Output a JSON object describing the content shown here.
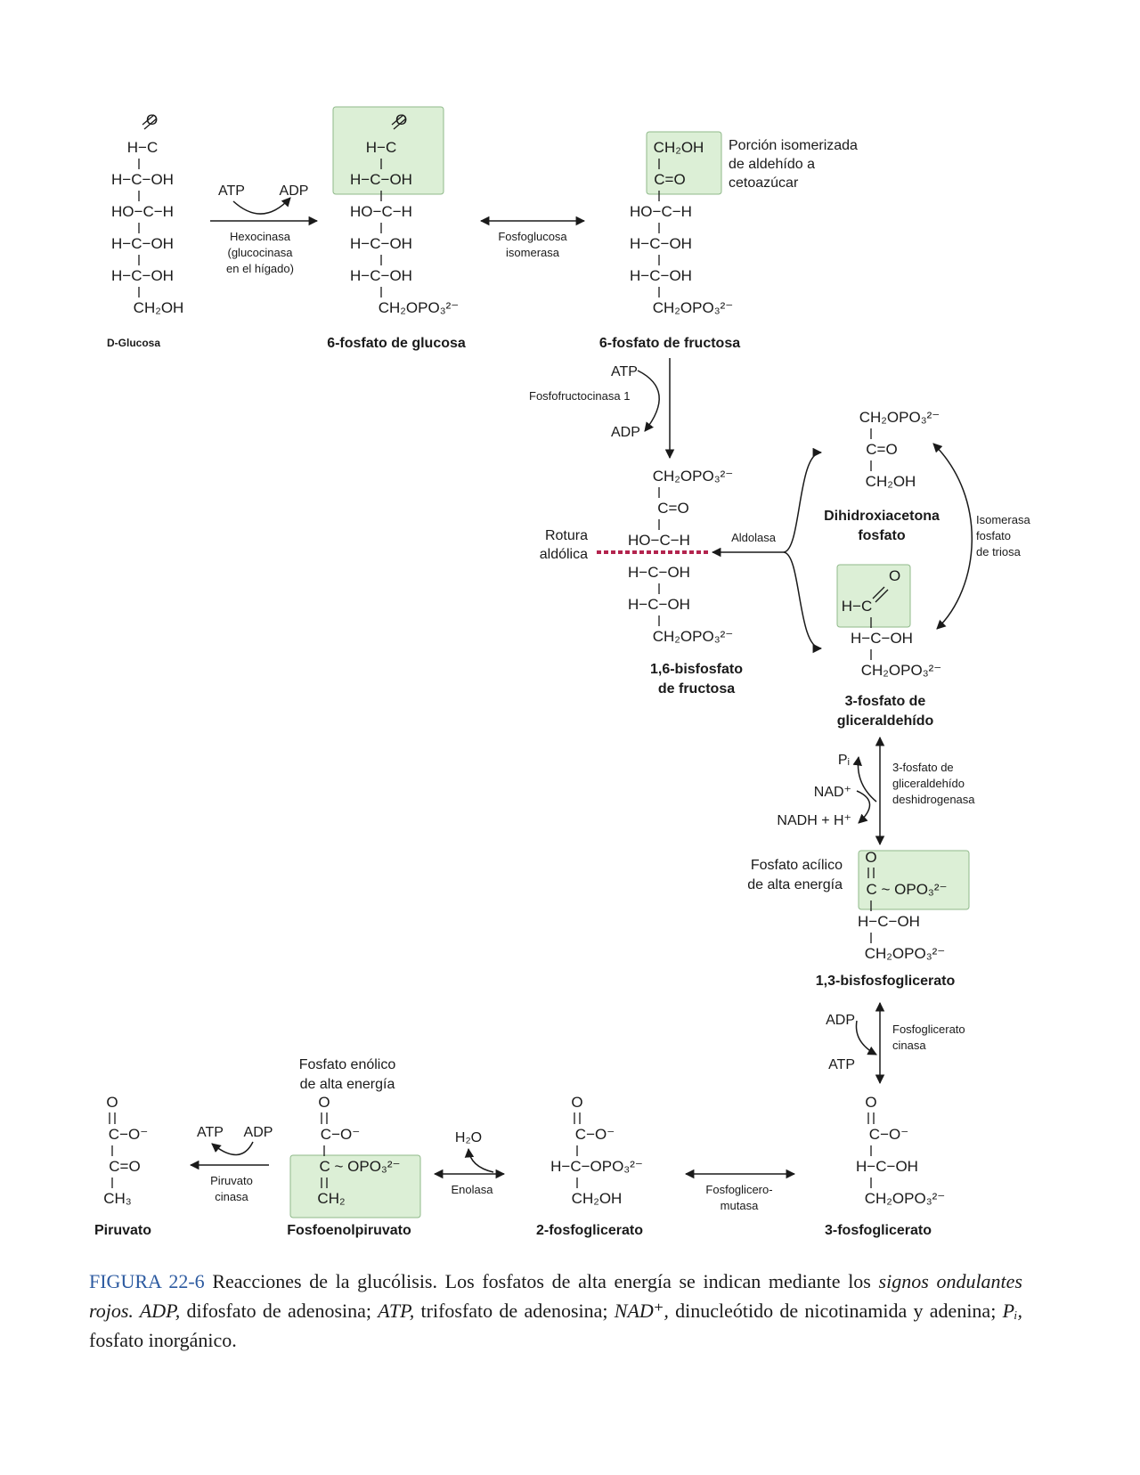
{
  "colors": {
    "highlight_fill": "#dcefd6",
    "highlight_stroke": "#8fb98a",
    "cleavage": "#b3244e",
    "caption_label": "#2c5aa0",
    "text": "#1a1a1a"
  },
  "molecules": {
    "glucose": {
      "name": "D-Glucosa",
      "rows": [
        "H−C",
        "H−C−OH",
        "HO−C−H",
        "H−C−OH",
        "H−C−OH",
        "CH₂OH"
      ]
    },
    "g6p": {
      "name": "6-fosfato de glucosa",
      "rows": [
        "H−C",
        "H−C−OH",
        "HO−C−H",
        "H−C−OH",
        "H−C−OH",
        "CH₂OPO₃²⁻"
      ]
    },
    "f6p": {
      "name": "6-fosfato de fructosa",
      "rows": [
        "CH₂OH",
        "C=O",
        "HO−C−H",
        "H−C−OH",
        "H−C−OH",
        "CH₂OPO₃²⁻"
      ]
    },
    "f16bp": {
      "name_lines": [
        "1,6-bisfosfato",
        "de fructosa"
      ],
      "rows": [
        "CH₂OPO₃²⁻",
        "C=O",
        "HO−C−H",
        "H−C−OH",
        "H−C−OH",
        "CH₂OPO₃²⁻"
      ]
    },
    "dhap": {
      "name_lines": [
        "Dihidroxiacetona",
        "fosfato"
      ],
      "rows": [
        "CH₂OPO₃²⁻",
        "C=O",
        "CH₂OH"
      ]
    },
    "gap": {
      "name_lines": [
        "3-fosfato de",
        "gliceraldehído"
      ],
      "rows": [
        "H−C",
        "H−C−OH",
        "CH₂OPO₃²⁻"
      ]
    },
    "bpg13": {
      "name": "1,3-bisfosfoglicerato",
      "rows": [
        "O",
        "C ~ OPO₃²⁻",
        "H−C−OH",
        "CH₂OPO₃²⁻"
      ]
    },
    "pg3": {
      "name": "3-fosfoglicerato",
      "rows": [
        "O",
        "C−O⁻",
        "H−C−OH",
        "CH₂OPO₃²⁻"
      ]
    },
    "pg2": {
      "name": "2-fosfoglicerato",
      "rows": [
        "O",
        "C−O⁻",
        "H−C−OPO₃²⁻",
        "CH₂OH"
      ]
    },
    "pep": {
      "name": "Fosfoenolpiruvato",
      "rows": [
        "O",
        "C−O⁻",
        "C ~ OPO₃²⁻",
        "CH₂"
      ]
    },
    "pyruvate": {
      "name": "Piruvato",
      "rows": [
        "O",
        "C−O⁻",
        "C=O",
        "CH₃"
      ]
    }
  },
  "enzymes": {
    "hexokinase": [
      "Hexocinasa",
      "(glucocinasa",
      "en el hígado)"
    ],
    "pgi": [
      "Fosfoglucosa",
      "isomerasa"
    ],
    "pfk": "Fosfofructocinasa 1",
    "aldolase": "Aldolasa",
    "tpi": [
      "Isomerasa",
      "fosfato",
      "de triosa"
    ],
    "gapdh": [
      "3-fosfato de",
      "gliceraldehído",
      "deshidrogenasa"
    ],
    "pgk": [
      "Fosfoglicerato",
      "cinasa"
    ],
    "pgm": [
      "Fosfoglicero-",
      "mutasa"
    ],
    "enolase": "Enolasa",
    "pk": [
      "Piruvato",
      "cinasa"
    ]
  },
  "cofactors": {
    "atp": "ATP",
    "adp": "ADP",
    "pi": "Pᵢ",
    "nad": "NAD⁺",
    "nadh": "NADH + H⁺",
    "h2o": "H₂O"
  },
  "notes": {
    "isomerized": [
      "Porción isomerizada",
      "de aldehído a",
      "cetoazúcar"
    ],
    "aldol": [
      "Rotura",
      "aldólica"
    ],
    "acyl": [
      "Fosfato acílico",
      "de alta energía"
    ],
    "enol": [
      "Fosfato enólico",
      "de alta energía"
    ]
  },
  "caption": {
    "label": "FIGURA 22-6",
    "text1": " Reacciones de la glucólisis. Los fosfatos de alta energía se indican mediante los ",
    "italic1": "signos ondulantes rojos. ADP,",
    "text2": " difosfato de adenosina; ",
    "italic2": "ATP,",
    "text3": " trifosfato de adenosina; ",
    "italic3": "NAD⁺,",
    "text4": " dinucleótido de nicotinamida y adenina; ",
    "italic4": "Pᵢ,",
    "text5": " fosfato inorgánico."
  }
}
